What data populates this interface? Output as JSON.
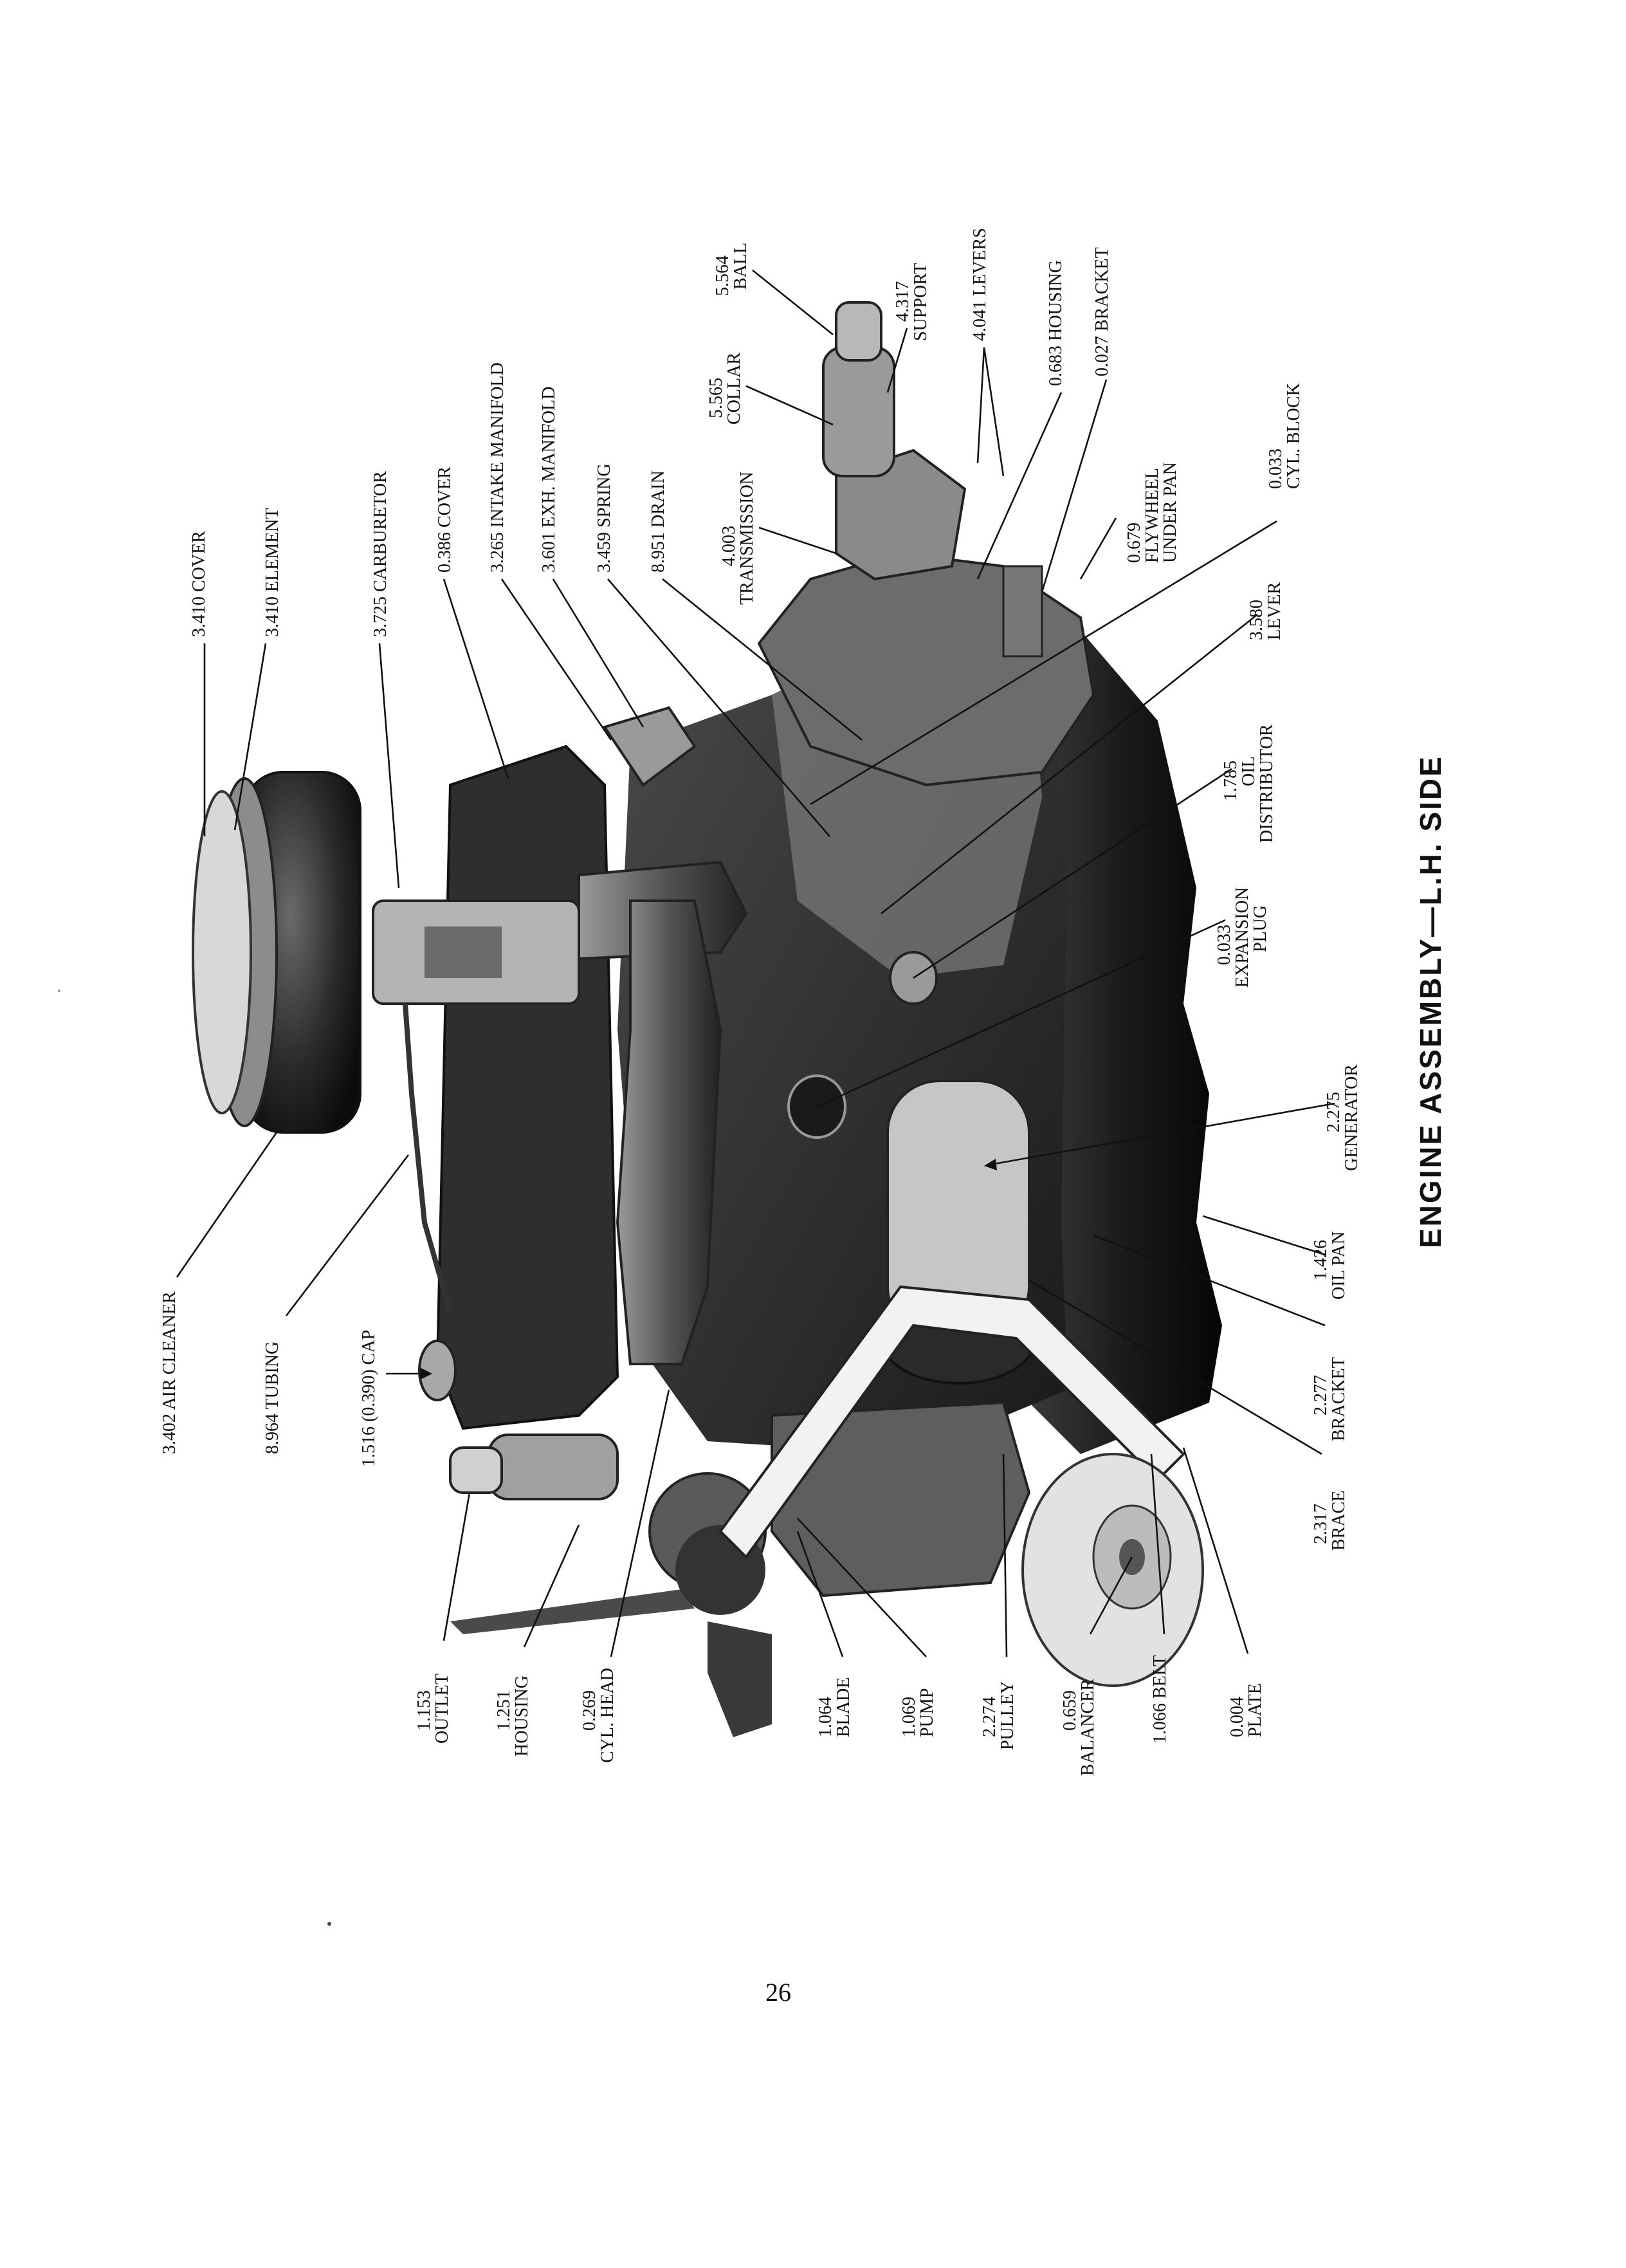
{
  "caption": "ENGINE ASSEMBLY—L.H. SIDE",
  "page_number": "26",
  "labels": {
    "air_cleaner": "3.402 AIR CLEANER",
    "tubing": "8.964 TUBING",
    "cap": "1.516 (0.390) CAP",
    "cover_air": "3.410 COVER",
    "element": "3.410 ELEMENT",
    "carburetor": "3.725 CARBURETOR",
    "cover_valve": "0.386 COVER",
    "intake_manifold": "3.265 INTAKE MANIFOLD",
    "exh_manifold": "3.601 EXH. MANIFOLD",
    "spring": "3.459 SPRING",
    "drain": "8.951 DRAIN",
    "transmission_num": "4.003",
    "transmission_name": "TRANSMISSION",
    "collar_num": "5.565",
    "collar_name": "COLLAR",
    "ball_num": "5.564",
    "ball_name": "BALL",
    "support_num": "4.317",
    "support_name": "SUPPORT",
    "levers": "4.041 LEVERS",
    "housing_bell": "0.683 HOUSING",
    "bracket_top": "0.027 BRACKET",
    "flywheel_num": "0.679",
    "flywheel_line1": "FLYWHEEL",
    "flywheel_line2": "UNDER PAN",
    "cyl_block_num": "0.033",
    "cyl_block_name": "CYL. BLOCK",
    "lever_num": "3.580",
    "lever_name": "LEVER",
    "oil_dist_num": "1.785",
    "oil_dist_line1": "OIL",
    "oil_dist_line2": "DISTRIBUTOR",
    "exp_plug_num": "0.033",
    "exp_plug_line1": "EXPANSION",
    "exp_plug_line2": "PLUG",
    "generator_num": "2.275",
    "generator_name": "GENERATOR",
    "oil_pan_num": "1.426",
    "oil_pan_name": "OIL PAN",
    "bracket_gen_num": "2.277",
    "bracket_gen_name": "BRACKET",
    "brace_num": "2.317",
    "brace_name": "BRACE",
    "outlet_num": "1.153",
    "outlet_name": "OUTLET",
    "housing_therm_num": "1.251",
    "housing_therm_name": "HOUSING",
    "cyl_head_num": "0.269",
    "cyl_head_name": "CYL. HEAD",
    "blade_num": "1.064",
    "blade_name": "BLADE",
    "pump_num": "1.069",
    "pump_name": "PUMP",
    "pulley_num": "2.274",
    "pulley_name": "PULLEY",
    "balancer_num": "0.659",
    "balancer_name": "BALANCER",
    "belt": "1.066 BELT",
    "plate_num": "0.004",
    "plate_name": "PLATE"
  }
}
